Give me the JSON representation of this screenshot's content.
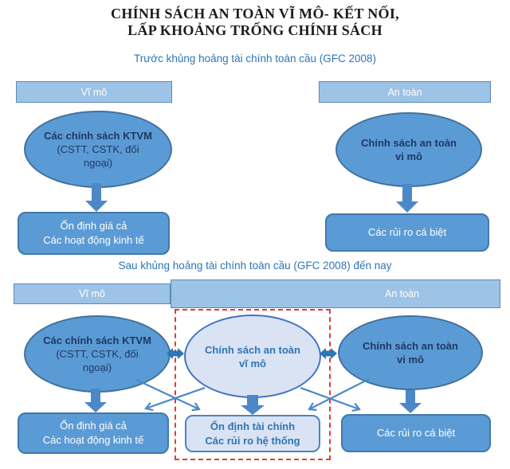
{
  "title": {
    "line1": "CHÍNH SÁCH AN TOÀN VĨ MÔ- KẾT NỐI,",
    "line2": "LẤP KHOẢNG TRỐNG CHÍNH SÁCH"
  },
  "colors": {
    "title_text": "#1c1c1c",
    "section_label_blue": "#2e75b6",
    "header_bar_fill": "#9dc3e6",
    "shape_fill_blue": "#5b9bd5",
    "shape_border_blue": "#41719c",
    "light_fill": "#dae3f3",
    "light_border": "#4472c4",
    "dark_navy_text": "#1f3864",
    "white_text": "#ffffff",
    "arrow_blue": "#4c88c8",
    "double_arrow_blue": "#2e75b6",
    "dashed_red": "#e43b34"
  },
  "section_before": {
    "label": "Trước khủng hoảng tài chính toàn cầu (GFC 2008)",
    "header_macro": "Vĩ mô",
    "header_prudential": "An toàn",
    "macro_ellipse": {
      "line1": "Các chính sách KTVM",
      "line2": "(CSTT, CSTK, đối ngoại)"
    },
    "micro_ellipse": {
      "line1": "Chính sách an toàn",
      "line2": "vi mô"
    },
    "macro_outcome": {
      "line1": "Ổn định giá cả",
      "line2": "Các hoạt động kinh tế"
    },
    "micro_outcome": {
      "line1": "Các rủi ro cá biệt"
    }
  },
  "section_after": {
    "label": "Sau khủng hoảng tài chính toàn cầu (GFC 2008) đến nay",
    "header_macro": "Vĩ mô",
    "header_prudential": "An toàn",
    "macro_ellipse": {
      "line1": "Các chính sách KTVM",
      "line2": "(CSTT, CSTK, đối ngoại)"
    },
    "macropru_ellipse": {
      "line1": "Chính sách an toàn",
      "line2": "vĩ mô"
    },
    "micropru_ellipse": {
      "line1": "Chính sách an toàn",
      "line2": "vi mô"
    },
    "macro_outcome": {
      "line1": "Ổn định giá cả",
      "line2": "Các hoạt động kinh tế"
    },
    "macropru_outcome": {
      "line1": "Ổn định tài chính",
      "line2": "Các rủi ro hệ thống"
    },
    "micropru_outcome": {
      "line1": "Các rủi ro cá biệt"
    }
  }
}
